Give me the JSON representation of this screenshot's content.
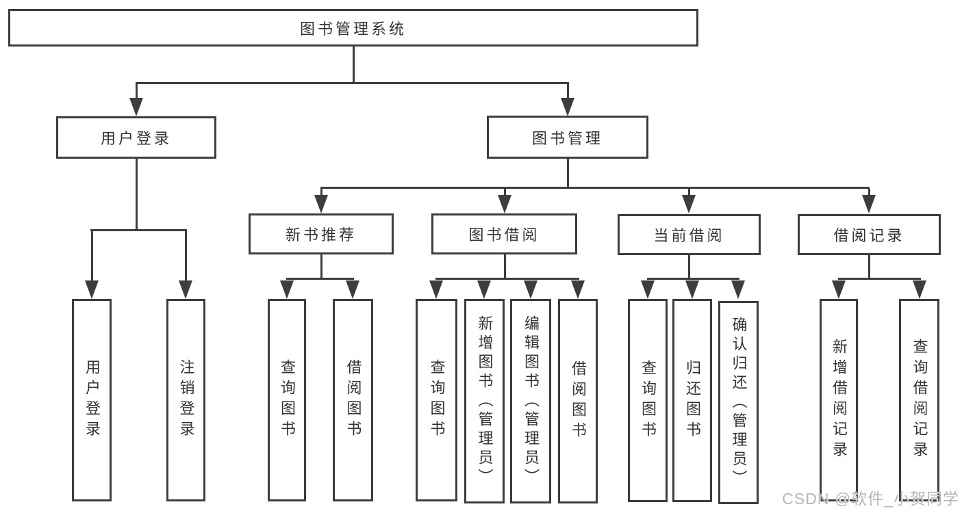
{
  "nodes": {
    "root": "图书管理系统",
    "userLogin": "用户登录",
    "bookMgmt": "图书管理",
    "newBookRec": "新书推荐",
    "bookBorrow": "图书借阅",
    "currentBorrow": "当前借阅",
    "borrowRecord": "借阅记录",
    "leafUserLogin": "用户登录",
    "leafLogout": "注销登录",
    "nbrQuery": "查询图书",
    "nbrBorrow": "借阅图书",
    "bbQuery": "查询图书",
    "bbAdd": "新增图书（管理员）",
    "bbEdit": "编辑图书（管理员）",
    "bbBorrow": "借阅图书",
    "cbQuery": "查询图书",
    "cbReturn": "归还图书",
    "cbConfirm": "确认归还（管理员）",
    "brAdd": "新增借阅记录",
    "brQuery": "查询借阅记录"
  },
  "edges": [
    [
      "root",
      "userLogin"
    ],
    [
      "root",
      "bookMgmt"
    ],
    [
      "userLogin",
      "leafUserLogin"
    ],
    [
      "userLogin",
      "leafLogout"
    ],
    [
      "bookMgmt",
      "newBookRec"
    ],
    [
      "bookMgmt",
      "bookBorrow"
    ],
    [
      "bookMgmt",
      "currentBorrow"
    ],
    [
      "bookMgmt",
      "borrowRecord"
    ],
    [
      "newBookRec",
      "nbrQuery"
    ],
    [
      "newBookRec",
      "nbrBorrow"
    ],
    [
      "bookBorrow",
      "bbQuery"
    ],
    [
      "bookBorrow",
      "bbAdd"
    ],
    [
      "bookBorrow",
      "bbEdit"
    ],
    [
      "bookBorrow",
      "bbBorrow"
    ],
    [
      "currentBorrow",
      "cbQuery"
    ],
    [
      "currentBorrow",
      "cbReturn"
    ],
    [
      "currentBorrow",
      "cbConfirm"
    ],
    [
      "borrowRecord",
      "brAdd"
    ],
    [
      "borrowRecord",
      "brQuery"
    ]
  ],
  "watermark": "CSDN @软件_小贺同学",
  "colors": {
    "line": "#3d3d3d",
    "text": "#333333",
    "wm": "#b6b6b6",
    "bg": "#ffffff"
  }
}
